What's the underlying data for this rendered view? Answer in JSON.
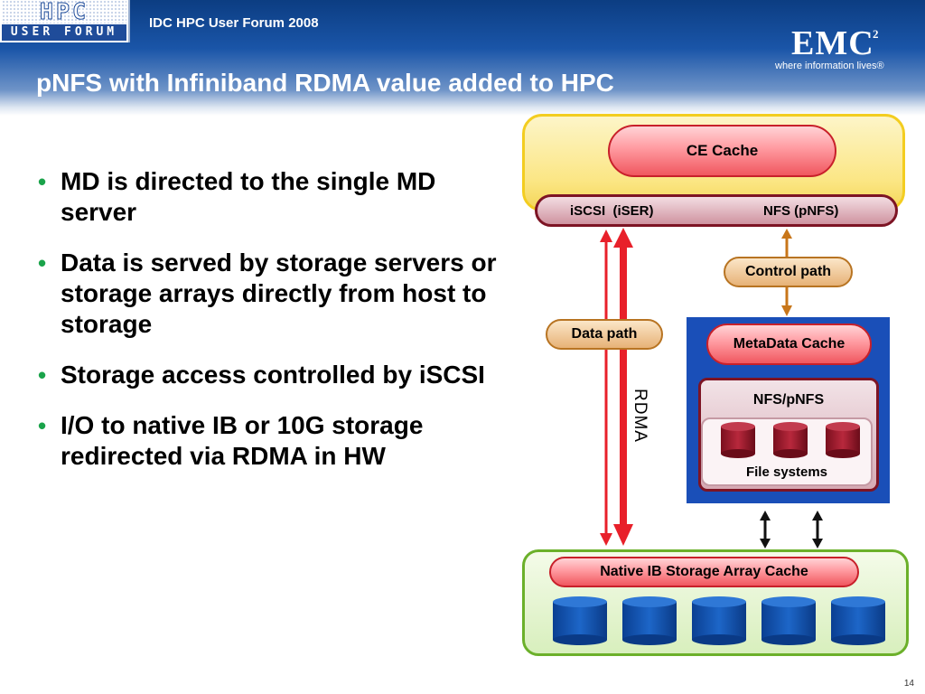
{
  "header": {
    "logo_top": "HPC",
    "logo_bottom": "USER FORUM",
    "forum_title": "IDC HPC User Forum 2008",
    "slide_title": "pNFS with Infiniband RDMA value added to HPC",
    "brand": "EMC",
    "brand_superscript": "2",
    "brand_tagline": "where information lives®"
  },
  "bullets": [
    "MD is directed to the single MD server",
    "Data is served by storage servers or storage arrays directly from host to storage",
    "Storage access controlled by iSCSI",
    "I/O to native IB or 10G storage redirected via RDMA in HW"
  ],
  "bullet_glyph": "•",
  "diagram": {
    "ce_cache": "CE Cache",
    "protocol_left": "iSCSI  (iSER)",
    "protocol_right": "NFS (pNFS)",
    "control_path": "Control path",
    "data_path": "Data path",
    "rdma": "RDMA",
    "metadata_cache": "MetaData Cache",
    "nfs_pnfs": "NFS/pNFS",
    "file_systems": "File systems",
    "storage_cache": "Native IB Storage Array Cache"
  },
  "page_number": "14",
  "colors": {
    "header_blue": "#1a55a8",
    "bullet_green": "#1aa34a",
    "arrow_red": "#e8202a",
    "host_yellow": "#fbe684",
    "server_blue": "#1a4fb8",
    "storage_green": "#d8efbd"
  }
}
